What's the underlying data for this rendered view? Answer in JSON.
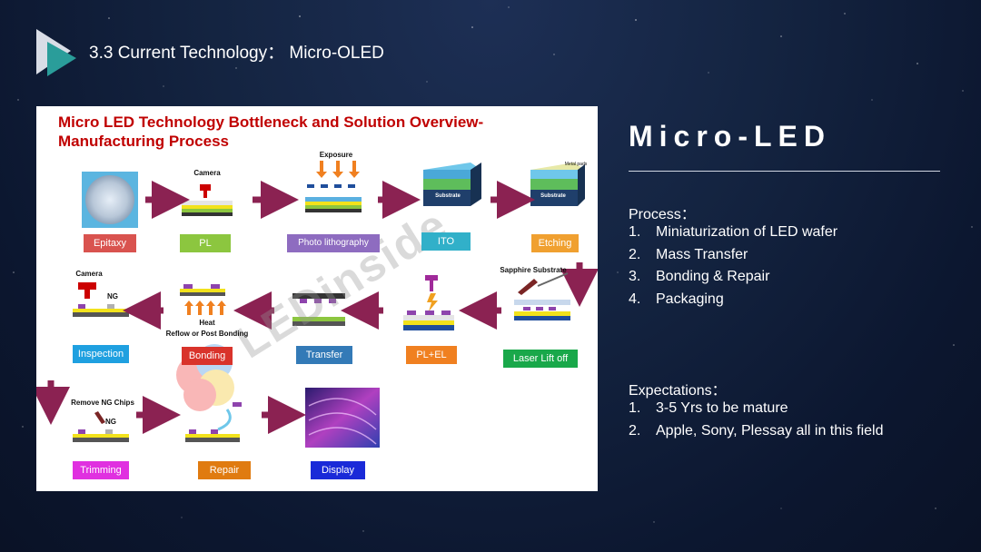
{
  "slide": {
    "title": "3.3 Current Technology： Micro-OLED"
  },
  "diagram": {
    "title_line1": "Micro LED Technology Bottleneck and Solution Overview-",
    "title_line2": "Manufacturing Process",
    "watermark": "LEDinside",
    "steps": {
      "epitaxy": "Epitaxy",
      "pl": "PL",
      "photo": "Photo lithography",
      "ito": "ITO",
      "etching": "Etching",
      "laser": "Laser  Lift off",
      "plel": "PL+EL",
      "transfer": "Transfer",
      "bonding": "Bonding",
      "inspection": "Inspection",
      "trimming": "Trimming",
      "repair": "Repair",
      "display": "Display"
    },
    "captions": {
      "camera1": "Camera",
      "exposure": "Exposure",
      "substrate1": "Substrate",
      "substrate2": "Substrate",
      "metal_pads": "Metal pads",
      "sapphire": "Sapphire Substrate",
      "camera2": "Camera",
      "ng1": "NG",
      "heat": "Heat",
      "reflow": "Reflow or Post Bonding",
      "remove_ng": "Remove NG Chips",
      "ng2": "NG"
    }
  },
  "panel": {
    "heading": "Micro-LED",
    "process_title": "Process：",
    "process": [
      {
        "num": "1.",
        "text": "Miniaturization of LED wafer"
      },
      {
        "num": "2.",
        "text": "Mass Transfer"
      },
      {
        "num": "3.",
        "text": "Bonding & Repair"
      },
      {
        "num": "4.",
        "text": "Packaging"
      }
    ],
    "expectations_title": "Expectations：",
    "expectations": [
      {
        "num": "1.",
        "text": "3-5 Yrs to be mature"
      },
      {
        "num": "2.",
        "text": "Apple, Sony, Plessay all in this field"
      }
    ]
  },
  "colors": {
    "background": "#142441",
    "title_red": "#c00000",
    "arrow": "#8b2252",
    "epitaxy": "#d9534f",
    "pl": "#8cc63f",
    "photo": "#8e6cc0",
    "ito": "#31b0c9",
    "etching": "#f0a030",
    "laser": "#19a84a",
    "plel": "#f08020",
    "transfer": "#337ab7",
    "bonding": "#d9332b",
    "inspection": "#1fa0e0",
    "trimming": "#e030e0",
    "repair": "#e07b10",
    "display": "#1a2ad8"
  }
}
